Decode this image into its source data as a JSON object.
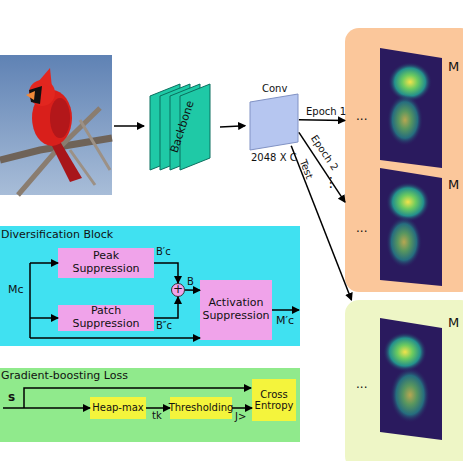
{
  "diagram": {
    "nodes": [
      {
        "text": [
          "Backbone"
        ]
      },
      {
        "text": [
          "Conv",
          "2048 X C"
        ]
      },
      {
        "text": [
          "M",
          "...",
          "M",
          "..."
        ]
      },
      {
        "text": [
          "M",
          "..."
        ]
      },
      {
        "text": [
          "Diversification Block"
        ]
      },
      {
        "text": [
          "Peak Suppression"
        ],
        "in": 4
      },
      {
        "text": [
          "Patch Suppression"
        ],
        "in": 4
      },
      {
        "text": [
          "+"
        ],
        "in": 4
      },
      {
        "text": [
          "Activation Suppression"
        ],
        "in": 4
      },
      {
        "text": [
          "Gradient-boosting Loss"
        ]
      },
      {
        "text": [
          "Heap-max"
        ],
        "in": 9
      },
      {
        "text": [
          "Thresholding"
        ],
        "in": 9
      },
      {
        "text": [
          "Cross Entropy"
        ],
        "in": 9
      }
    ],
    "edges": [
      {
        "from": 0,
        "to": 1,
        "arrow": "to"
      },
      {
        "from": 1,
        "to": 2,
        "label": "Epoch 1",
        "arrow": "to"
      },
      {
        "from": 1,
        "to": 2,
        "label": "Epoch 2",
        "arrow": "to"
      },
      {
        "from": 1,
        "to": 3,
        "label": "Test",
        "arrow": "to"
      },
      {
        "from": 5,
        "to": 7,
        "label": "B′c",
        "arrow": "to"
      },
      {
        "from": 6,
        "to": 7,
        "label": "B″c",
        "arrow": "to"
      },
      {
        "from": 7,
        "to": 8,
        "label": "B",
        "arrow": "to"
      },
      {
        "from": 10,
        "to": 11,
        "label": "tk",
        "arrow": "to"
      },
      {
        "from": 11,
        "to": 12,
        "label": "J>",
        "arrow": "to"
      }
    ],
    "labels": [
      "Mc",
      "M′c",
      "s",
      "⋮"
    ]
  }
}
